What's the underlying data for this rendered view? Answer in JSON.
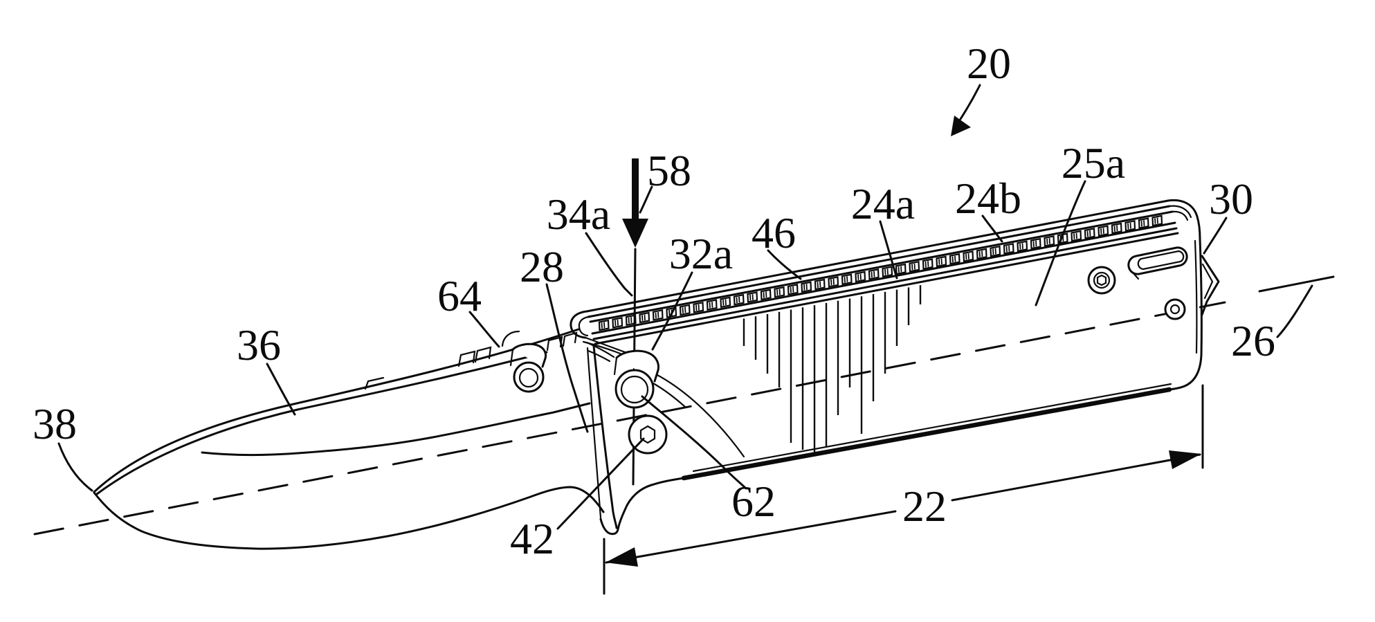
{
  "figure": {
    "type": "patent-line-drawing",
    "subject": "folding knife side elevation with reference numerals",
    "ink_color": "#0b0b0b",
    "background_color": "#ffffff",
    "reference_numerals": [
      "20",
      "22",
      "24a",
      "24b",
      "25a",
      "26",
      "28",
      "30",
      "32a",
      "34a",
      "36",
      "38",
      "42",
      "46",
      "58",
      "62",
      "64"
    ]
  },
  "labels": {
    "n20": "20",
    "n22": "22",
    "n24a": "24a",
    "n24b": "24b",
    "n25a": "25a",
    "n26": "26",
    "n28": "28",
    "n30": "30",
    "n32a": "32a",
    "n34a": "34a",
    "n36": "36",
    "n38": "38",
    "n42": "42",
    "n46": "46",
    "n58": "58",
    "n62": "62",
    "n64": "64"
  }
}
